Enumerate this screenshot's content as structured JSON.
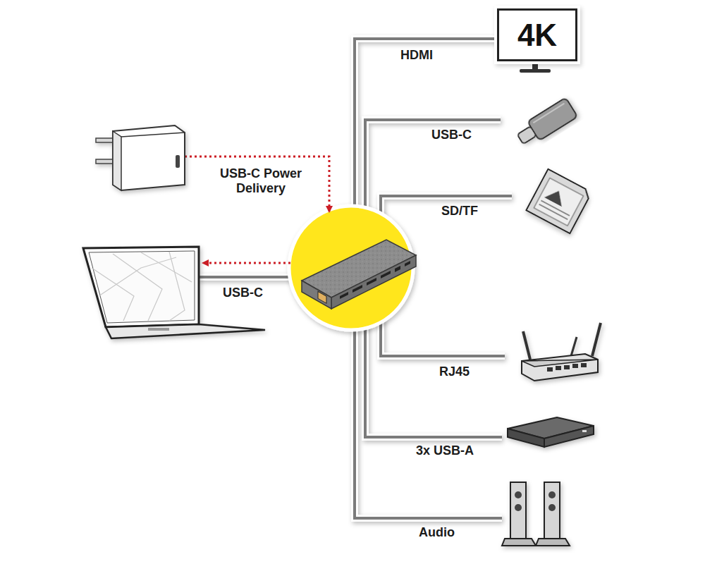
{
  "diagram": {
    "nodes": [
      {
        "text": [
          "4K"
        ]
      }
    ],
    "labels": [
      "HDMI",
      "USB-C",
      "SD/TF",
      "USB-C Power Delivery",
      "USB-C",
      "RJ45",
      "3x USB-A",
      "Audio"
    ]
  }
}
